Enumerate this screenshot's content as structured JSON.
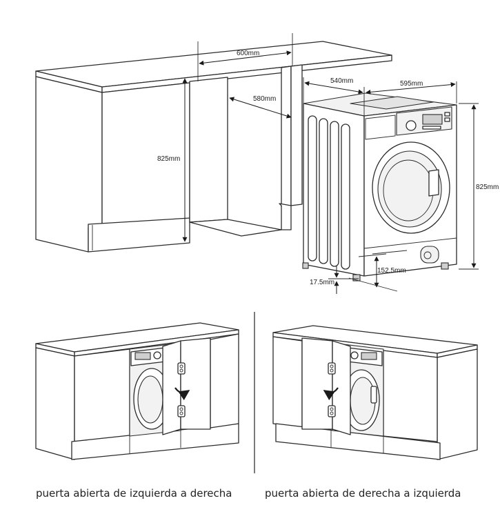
{
  "dimensions": {
    "cabinet_width": "600mm",
    "cabinet_depth": "580mm",
    "cabinet_height": "825mm",
    "machine_depth": "540mm",
    "machine_width": "595mm",
    "machine_height": "825mm",
    "plinth_height": "152.5mm",
    "foot_height": "17.5mm"
  },
  "captions": {
    "left": "puerta abierta de izquierda a derecha",
    "right": "puerta abierta de derecha a izquierda"
  },
  "colors": {
    "line": "#2a2a2a",
    "panel_light": "#f2f2f2",
    "panel_mid": "#e4e4e4"
  },
  "icons": {
    "door_rotation_left": "rotation-arrow-icon",
    "door_rotation_right": "rotation-arrow-icon"
  }
}
